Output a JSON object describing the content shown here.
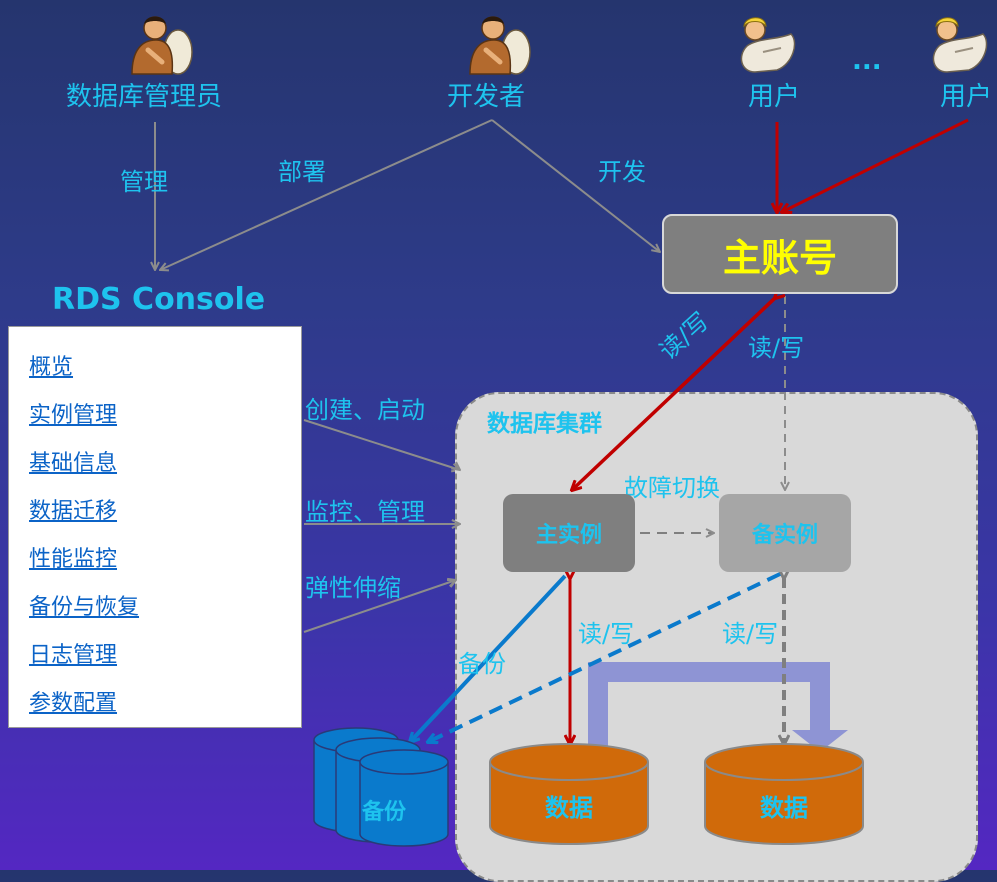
{
  "actors": {
    "dba": "数据库管理员",
    "developer": "开发者",
    "user1": "用户",
    "ellipsis": "...",
    "user2": "用户"
  },
  "edges": {
    "manage": "管理",
    "deploy": "部署",
    "develop": "开发",
    "rw_primary": "读/写",
    "rw_standby": "读/写",
    "create_start": "创建、启动",
    "monitor_manage": "监控、管理",
    "elastic_scale": "弹性伸缩",
    "failover": "故障切换",
    "rw_data_primary": "读/写",
    "rw_data_standby": "读/写",
    "backup_label": "备份"
  },
  "console": {
    "title": "RDS Console",
    "menu": [
      "概览",
      "实例管理",
      "基础信息",
      "数据迁移",
      "性能监控",
      "备份与恢复",
      "日志管理",
      "参数配置"
    ]
  },
  "master_account": "主账号",
  "cluster": {
    "title": "数据库集群",
    "primary": "主实例",
    "standby": "备实例",
    "data_primary": "数据",
    "data_standby": "数据"
  },
  "backup_store": "备份",
  "colors": {
    "label_cyan": "#1ec3ee",
    "master_text": "#ffff00",
    "red_arrow": "#c00000",
    "blue_arrow": "#0070c0",
    "data_fill": "#d06a0a",
    "backup_fill": "#0a7acc",
    "replication_pipe": "#8e94d4"
  },
  "icons": [
    "person-icon",
    "user-icon"
  ]
}
